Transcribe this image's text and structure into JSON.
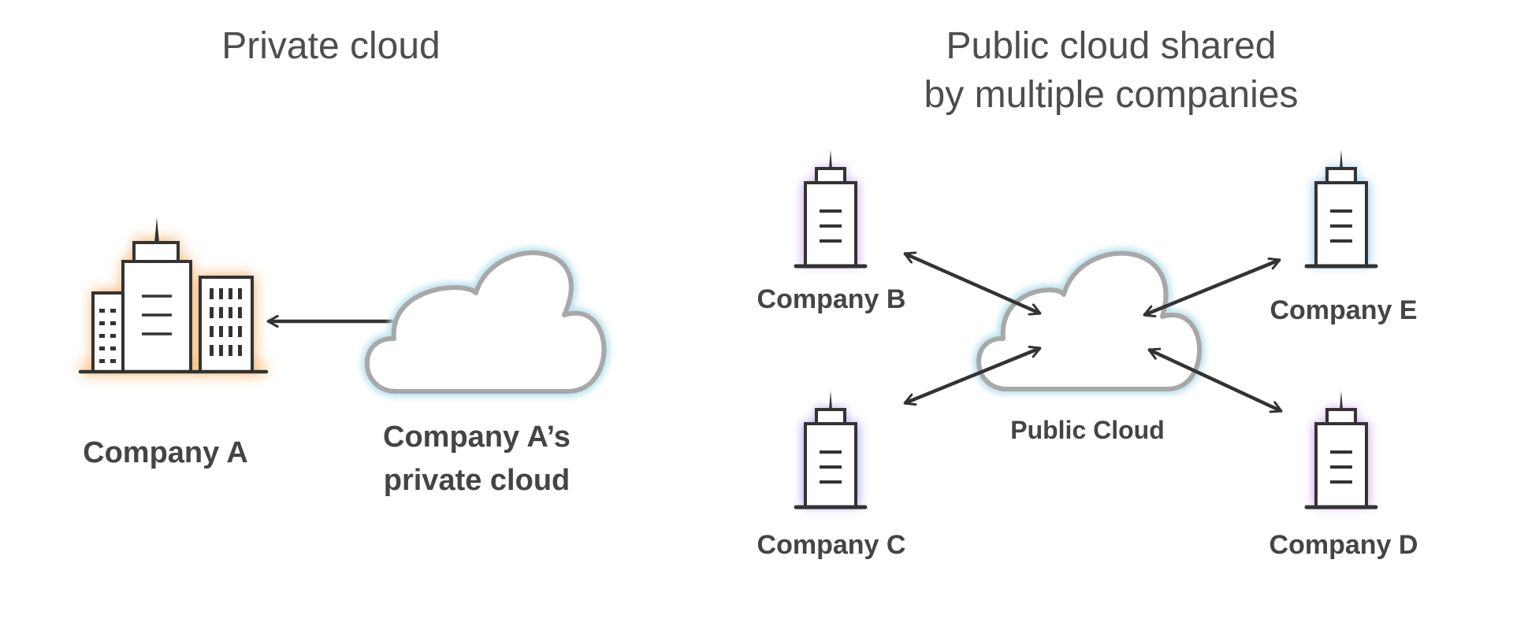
{
  "left_panel": {
    "title": "Private cloud",
    "company_label": "Company A",
    "cloud_label_line1": "Company A’s",
    "cloud_label_line2": "private cloud"
  },
  "right_panel": {
    "title_line1": "Public cloud shared",
    "title_line2": "by multiple companies",
    "cloud_label": "Public Cloud",
    "companies": [
      {
        "id": "b",
        "label": "Company B",
        "glow": "#c9a6e8"
      },
      {
        "id": "c",
        "label": "Company C",
        "glow": "#9e9ff0"
      },
      {
        "id": "d",
        "label": "Company D",
        "glow": "#cfa2e2"
      },
      {
        "id": "e",
        "label": "Company E",
        "glow": "#8ec4ec"
      }
    ]
  },
  "colors": {
    "icon_stroke": "#333333",
    "arrow": "#333333",
    "cloud_outline": "#a8a8a8",
    "cloud_glow": "#b8e2ee",
    "company_a_glow": "#f6a24a",
    "text": "#444444"
  },
  "icons": {
    "company_a": "office-buildings-icon",
    "other_companies": "office-tower-icon",
    "clouds": "cloud-icon",
    "connections": "double-headed-arrow"
  }
}
